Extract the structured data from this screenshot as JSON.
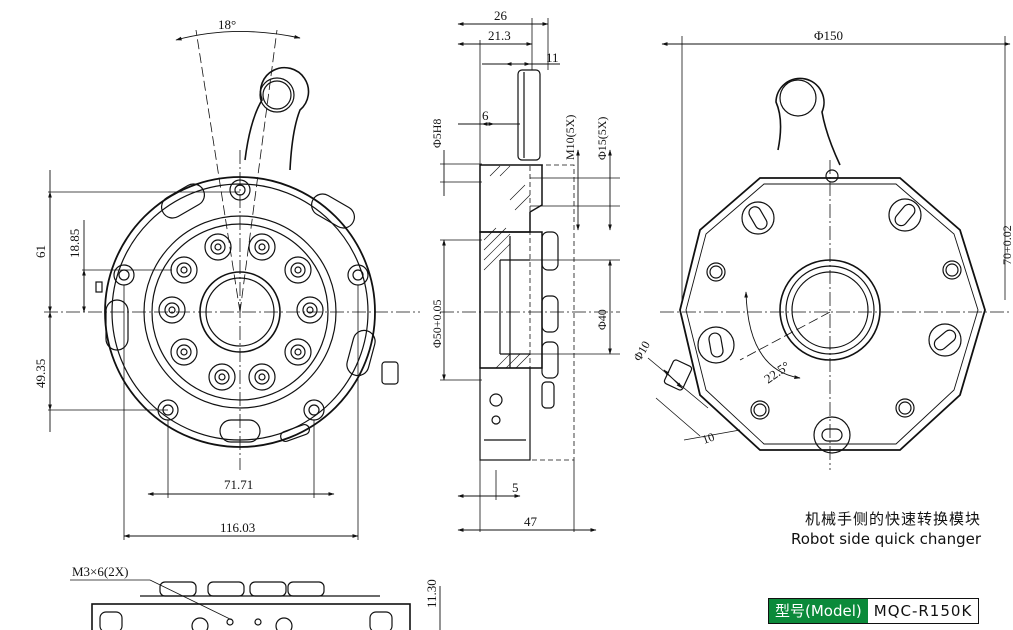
{
  "title_cn": "机械手侧的快速转换模块",
  "title_en": "Robot side quick changer",
  "model_label": "型号(Model)",
  "model_value": "MQC-R150K",
  "front_view": {
    "angle": "18°",
    "dim_61": "61",
    "dim_18_85": "18.85",
    "dim_49_35": "49.35",
    "dim_71_71": "71.71",
    "dim_116_03": "116.03"
  },
  "side_view": {
    "dim_26": "26",
    "dim_21_3": "21.3",
    "dim_11": "11",
    "dim_6": "6",
    "dim_5h8": "Φ5H8",
    "dim_m10": "M10(5X)",
    "dim_15": "Φ15(5X)",
    "dim_50": "Φ50+0.05",
    "dim_40": "Φ40",
    "dim_5": "5",
    "dim_47": "47"
  },
  "back_view": {
    "dim_150": "Φ150",
    "dim_10_dia": "Φ10",
    "dim_22_5": "22.5°",
    "dim_10": "10",
    "dim_70": "70+0.02"
  },
  "bottom_view": {
    "dim_m3": "M3×6(2X)",
    "dim_11_30": "11.30"
  }
}
